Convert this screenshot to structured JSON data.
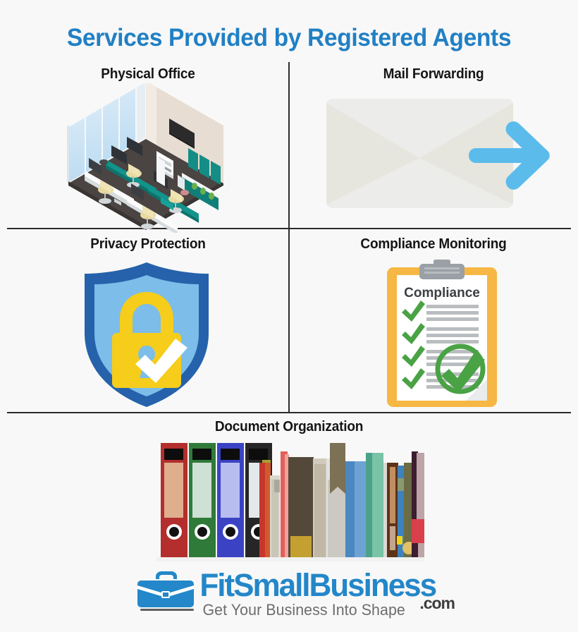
{
  "background_color": "#f8f8f8",
  "header": {
    "title": "Services Provided by Registered Agents",
    "title_color": "#2180c4"
  },
  "panels": [
    {
      "id": "physical-office",
      "label": "Physical Office",
      "icon": "isometric-office-illustration"
    },
    {
      "id": "mail-forwarding",
      "label": "Mail Forwarding",
      "icon": "envelope-with-arrow-illustration"
    },
    {
      "id": "privacy-protection",
      "label": "Privacy Protection",
      "icon": "shield-with-padlock-illustration"
    },
    {
      "id": "compliance-monitoring",
      "label": "Compliance Monitoring",
      "icon": "clipboard-checklist-illustration"
    },
    {
      "id": "document-organization",
      "label": "Document Organization",
      "icon": "binders-and-books-illustration"
    }
  ],
  "clipboard": {
    "heading": "Compliance",
    "checkmark_count": 4,
    "border_color": "#f6b744",
    "check_color": "#49a244"
  },
  "shield": {
    "outer_color": "#2562ab",
    "inner_color": "#7cbde9",
    "lock_color": "#f5cd1a",
    "check_color": "#ffffff"
  },
  "envelope": {
    "body_color": "#ececea",
    "flap_color": "#e7e6de",
    "arrow_color": "#5bbcec"
  },
  "logo": {
    "name": "FitSmallBusiness",
    "tld": ".com",
    "tagline": "Get Your Business Into Shape",
    "brand_color": "#2387c9"
  }
}
